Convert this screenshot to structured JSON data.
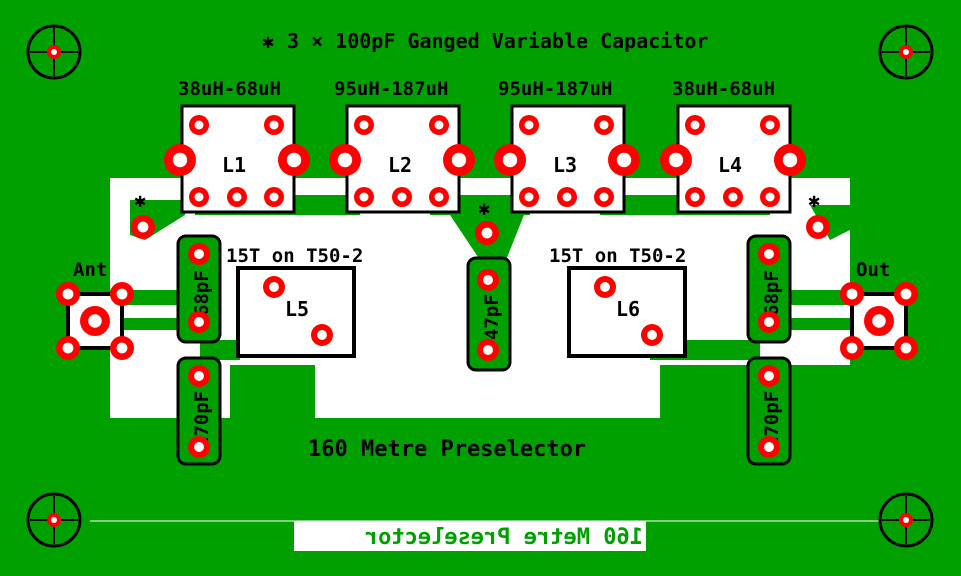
{
  "board": {
    "title_top": "3 × 100pF Ganged Variable Capacitor",
    "title_main": "160 Metre Preselector",
    "title_mirror": "160 Metre Preselector",
    "colors": {
      "board": "#00a000",
      "copper_cut": "#ffffff",
      "silk": "#000000",
      "pad_ring": "#ff0000",
      "pad_hole": "#ffffff"
    }
  },
  "inductors": [
    {
      "ref": "L1",
      "range": "38uH-68uH"
    },
    {
      "ref": "L2",
      "range": "95uH-187uH"
    },
    {
      "ref": "L3",
      "range": "95uH-187uH"
    },
    {
      "ref": "L4",
      "range": "38uH-68uH"
    }
  ],
  "toroids": [
    {
      "ref": "L5",
      "spec": "15T on T50-2"
    },
    {
      "ref": "L6",
      "spec": "15T on T50-2"
    }
  ],
  "capacitors": {
    "left_top": "68pF",
    "left_bottom": "270pF",
    "middle": "47pF",
    "right_top": "68pF",
    "right_bottom": "270pF"
  },
  "connectors": {
    "input": "Ant",
    "output": "Out"
  },
  "markers": {
    "cap_symbol": "✱"
  }
}
